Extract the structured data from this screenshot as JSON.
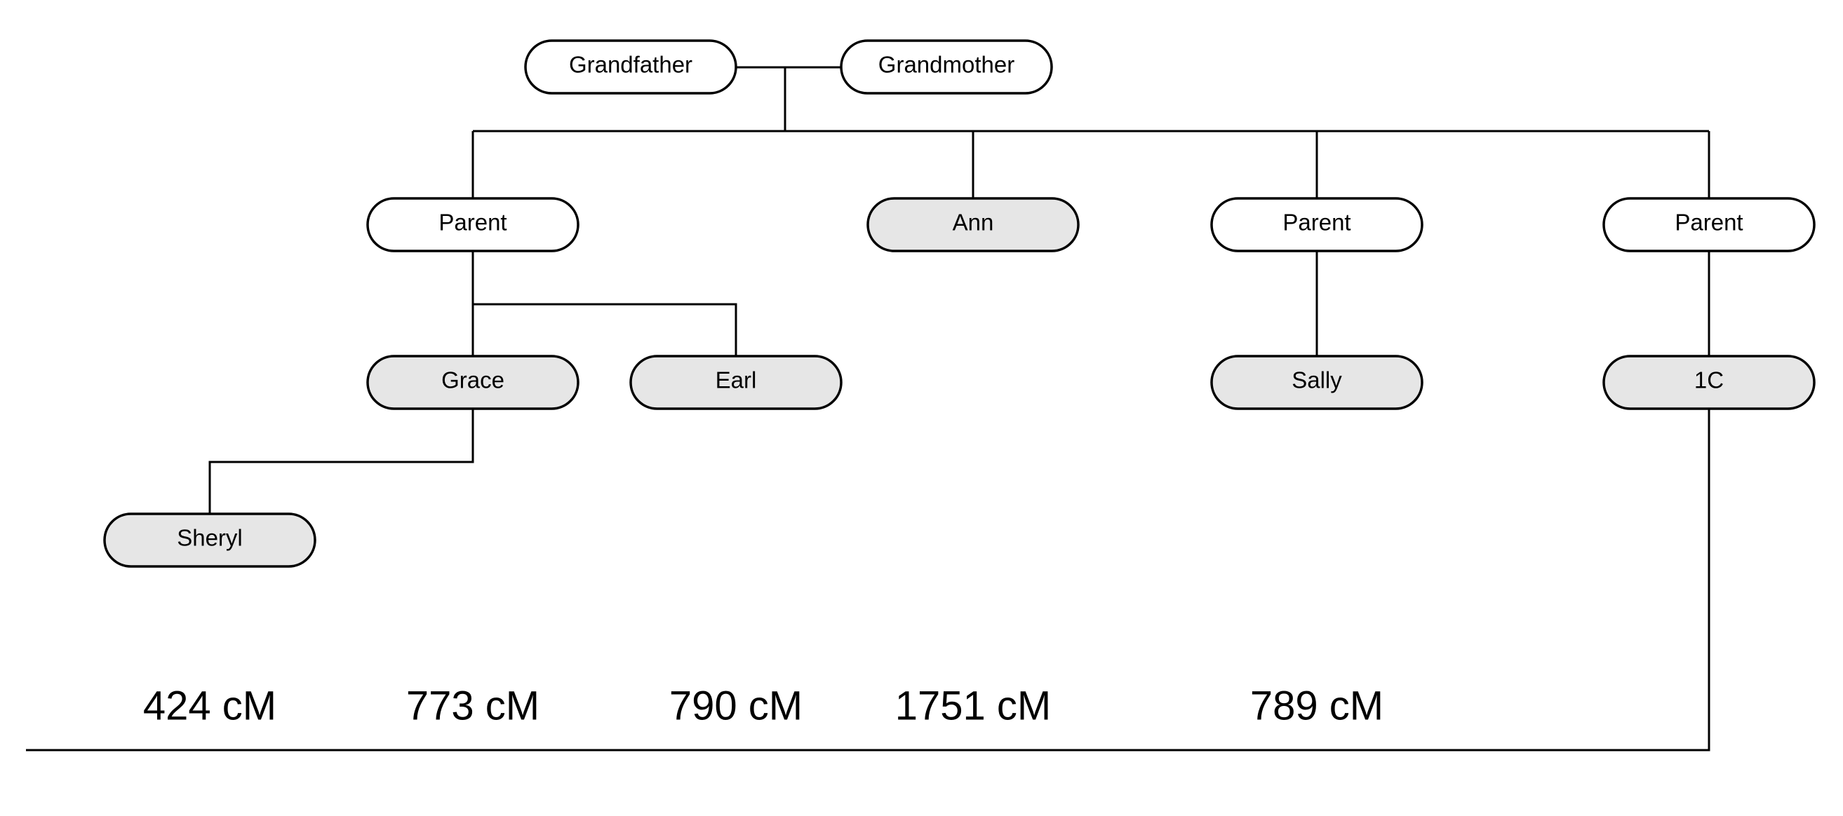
{
  "colors": {
    "plain_node": "#ffffff",
    "highlight_node": "#e6e6e6",
    "stroke": "#000000"
  },
  "nodes": [
    {
      "id": "grandfather",
      "label": "Grandfather",
      "highlighted": false
    },
    {
      "id": "grandmother",
      "label": "Grandmother",
      "highlighted": false
    },
    {
      "id": "parent-1",
      "label": "Parent",
      "highlighted": false
    },
    {
      "id": "ann",
      "label": "Ann",
      "highlighted": true
    },
    {
      "id": "parent-2",
      "label": "Parent",
      "highlighted": false
    },
    {
      "id": "parent-3",
      "label": "Parent",
      "highlighted": false
    },
    {
      "id": "grace",
      "label": "Grace",
      "highlighted": true
    },
    {
      "id": "earl",
      "label": "Earl",
      "highlighted": true
    },
    {
      "id": "sally",
      "label": "Sally",
      "highlighted": true
    },
    {
      "id": "one-c",
      "label": "1C",
      "highlighted": true
    },
    {
      "id": "sheryl",
      "label": "Sheryl",
      "highlighted": true
    }
  ],
  "edges": [
    {
      "from": "grandfather",
      "to": "grandmother",
      "kind": "couple"
    },
    {
      "from": "grandfather+grandmother",
      "to": "parent-1",
      "kind": "child"
    },
    {
      "from": "grandfather+grandmother",
      "to": "ann",
      "kind": "child"
    },
    {
      "from": "grandfather+grandmother",
      "to": "parent-2",
      "kind": "child"
    },
    {
      "from": "grandfather+grandmother",
      "to": "parent-3",
      "kind": "child"
    },
    {
      "from": "parent-1",
      "to": "grace",
      "kind": "child"
    },
    {
      "from": "parent-1",
      "to": "earl",
      "kind": "child"
    },
    {
      "from": "parent-2",
      "to": "sally",
      "kind": "child"
    },
    {
      "from": "parent-3",
      "to": "one-c",
      "kind": "child"
    },
    {
      "from": "grace",
      "to": "sheryl",
      "kind": "child"
    },
    {
      "from": "one-c",
      "to": "shared-dna-baseline",
      "kind": "comparison"
    }
  ],
  "shared_cm": [
    {
      "for": "sheryl",
      "text": "424 cM"
    },
    {
      "for": "grace",
      "text": "773 cM"
    },
    {
      "for": "earl",
      "text": "790 cM"
    },
    {
      "for": "ann",
      "text": "1751 cM"
    },
    {
      "for": "sally",
      "text": "789 cM"
    }
  ]
}
